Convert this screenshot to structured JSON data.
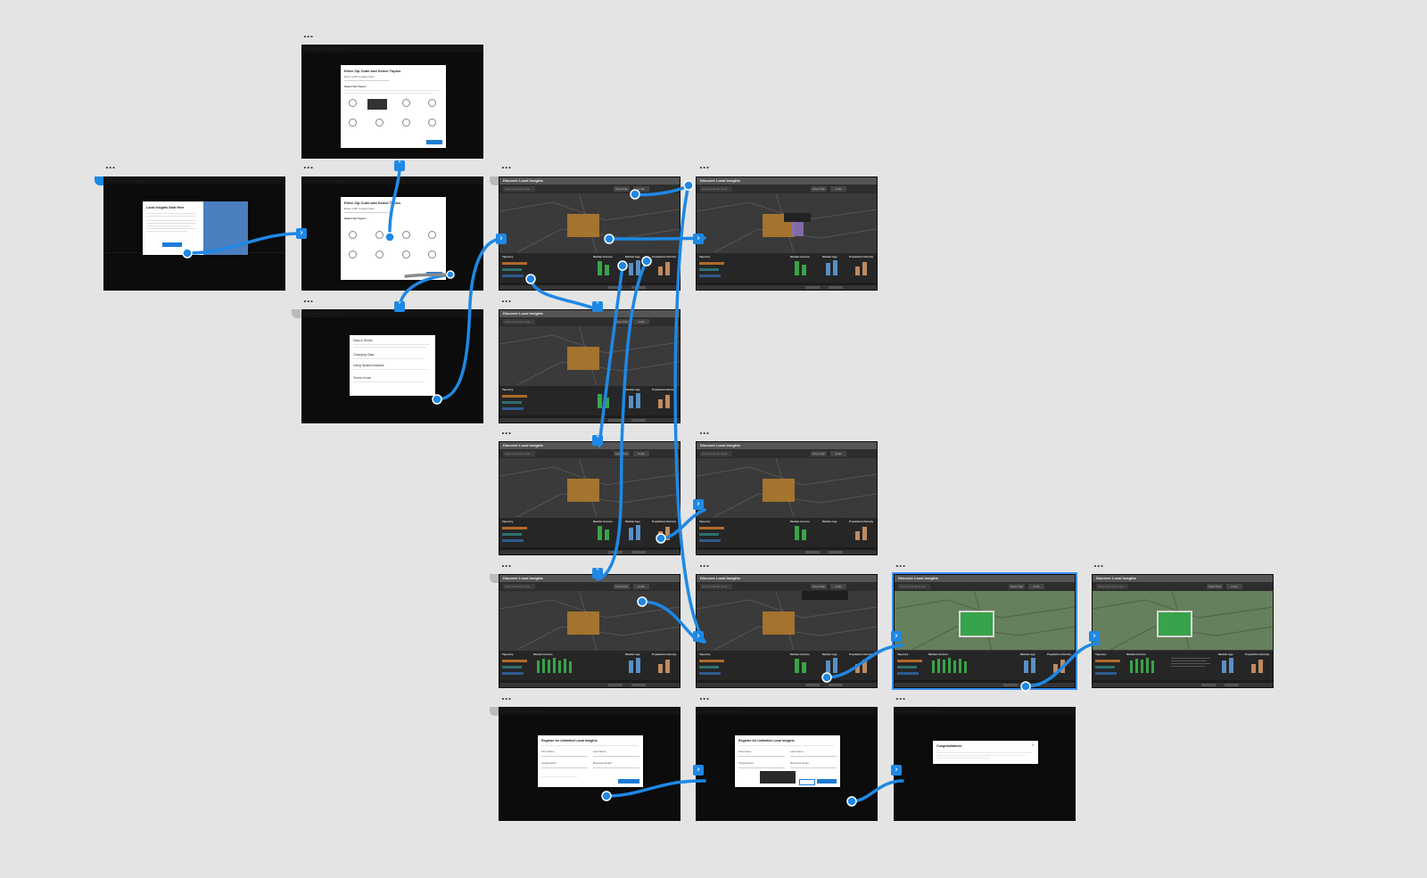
{
  "board": {
    "background": "#e4e4e4",
    "accent": "#1e88e5"
  },
  "common": {
    "app_title": "Discover Local Insights",
    "zip_placeholder": "Enter Local Zip Code",
    "btn_show_plan": "Show Plan",
    "btn_audio": "Audio",
    "panel_tapestry": "Tapestry",
    "panel_income": "Median Income",
    "panel_age": "Median Age",
    "panel_density": "Population Density",
    "more_dots": "..."
  },
  "modals": {
    "intro_title": "Local Insights Start Here",
    "zip_title": "Enter Zip Code and Select Topics",
    "zip_sub": "Enter a ZIP Code(s) Here",
    "topics_label": "Select the Topics",
    "terms_title": "Data & Words",
    "terms_s1": "Changing Data",
    "terms_s2": "Using Spatial Analysis",
    "terms_s3": "Terms of use",
    "register_title": "Register for Unlimited Local Insights",
    "register_first": "First Name",
    "register_last": "Last Name",
    "register_org": "Organization",
    "register_email": "Business Email",
    "congrats_title": "Congratulations!"
  },
  "icons": [
    "arrow-right-icon",
    "arrow-up-icon",
    "arrow-down-icon",
    "close-icon",
    "more-icon"
  ]
}
